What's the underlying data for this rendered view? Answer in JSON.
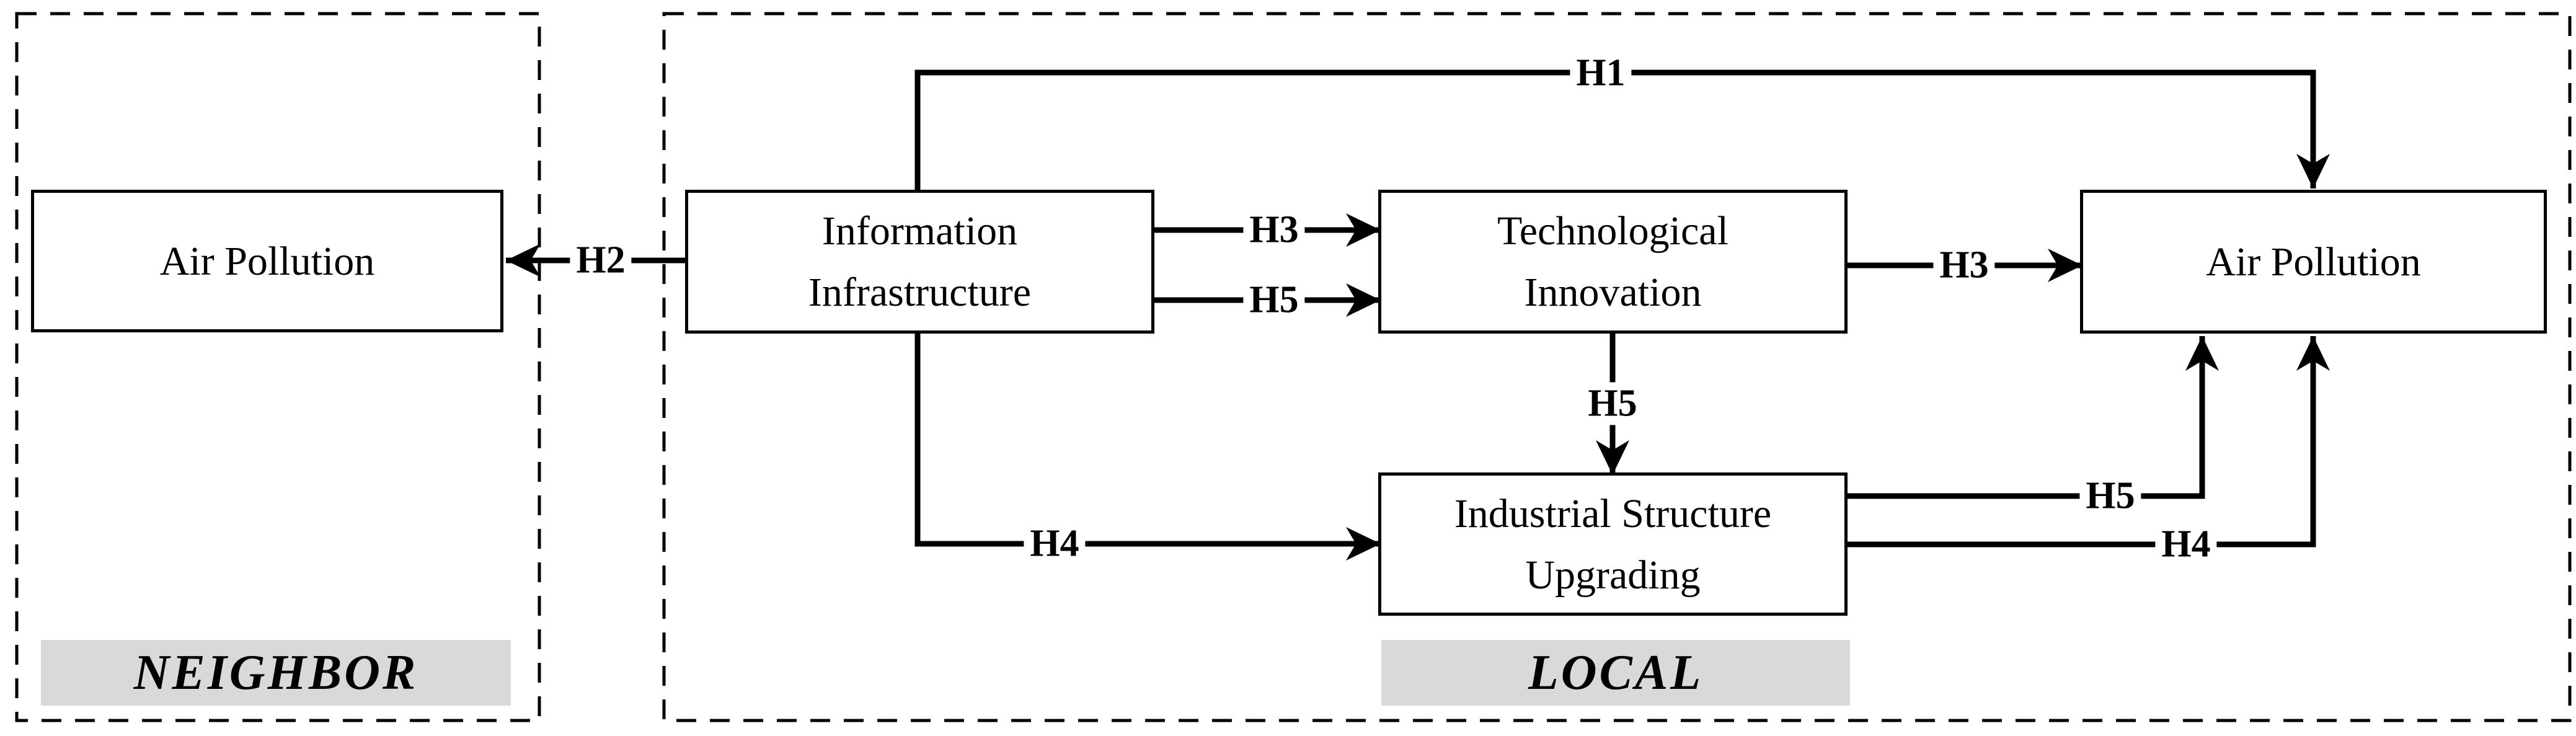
{
  "diagram": {
    "background_color": "#ffffff",
    "line_color": "#000000",
    "region_label_bg": "#d9d9d9",
    "regions": {
      "neighbor": {
        "label": "NEIGHBOR"
      },
      "local": {
        "label": "LOCAL"
      }
    },
    "nodes": {
      "air_pollution_neighbor": {
        "label": "Air Pollution"
      },
      "information_infrastructure": {
        "label": "Information\nInfrastructure"
      },
      "technological_innovation": {
        "label": "Technological\nInnovation"
      },
      "air_pollution_local": {
        "label": "Air Pollution"
      },
      "industrial_structure_upgrading": {
        "label": "Industrial Structure\nUpgrading"
      }
    },
    "edges": {
      "h1": {
        "label": "H1",
        "from": "information_infrastructure",
        "to": "air_pollution_local"
      },
      "h2": {
        "label": "H2",
        "from": "information_infrastructure",
        "to": "air_pollution_neighbor"
      },
      "h3a": {
        "label": "H3",
        "from": "information_infrastructure",
        "to": "technological_innovation"
      },
      "h5a": {
        "label": "H5",
        "from": "information_infrastructure",
        "to": "technological_innovation"
      },
      "h3b": {
        "label": "H3",
        "from": "technological_innovation",
        "to": "air_pollution_local"
      },
      "h5b": {
        "label": "H5",
        "from": "technological_innovation",
        "to": "industrial_structure_upgrading"
      },
      "h4a": {
        "label": "H4",
        "from": "information_infrastructure",
        "to": "industrial_structure_upgrading"
      },
      "h5c": {
        "label": "H5",
        "from": "industrial_structure_upgrading",
        "to": "air_pollution_local"
      },
      "h4b": {
        "label": "H4",
        "from": "industrial_structure_upgrading",
        "to": "air_pollution_local"
      }
    }
  }
}
